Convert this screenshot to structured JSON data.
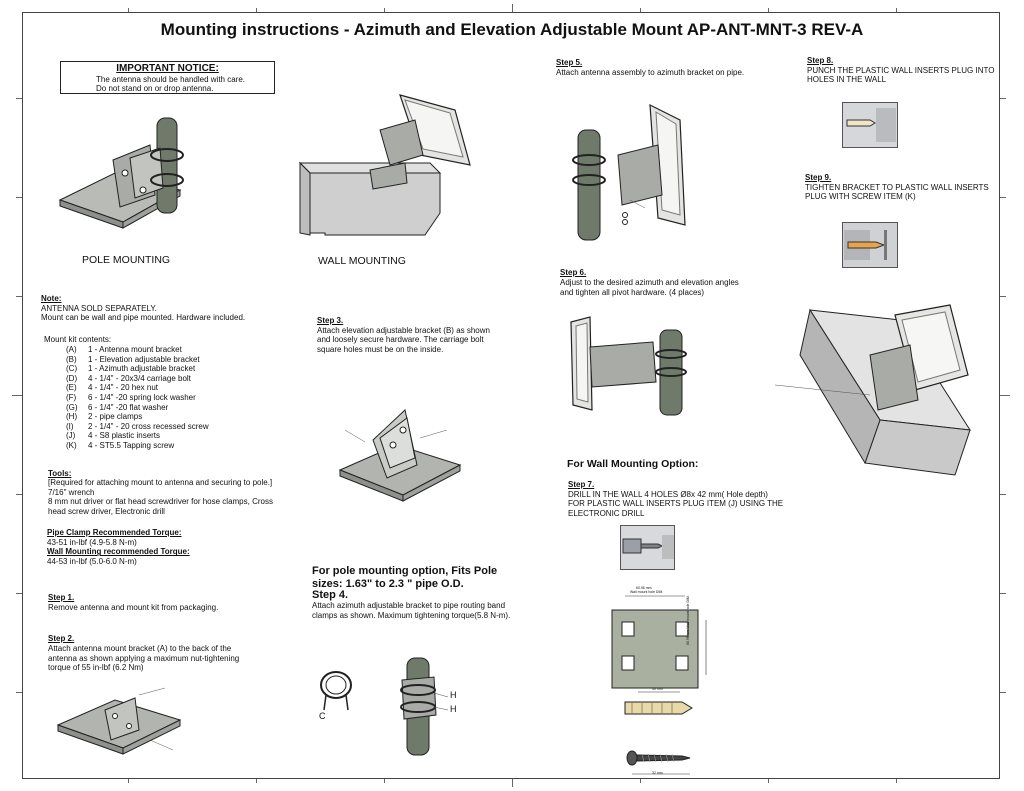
{
  "title": "Mounting instructions - Azimuth and Elevation Adjustable Mount AP-ANT-MNT-3 REV-A",
  "notice": {
    "heading": "IMPORTANT NOTICE:",
    "line1": "The antenna should be handled with care.",
    "line2": "Do not stand on or drop antenna."
  },
  "captions": {
    "pole": "POLE MOUNTING",
    "wall": "WALL MOUNTING"
  },
  "note": {
    "heading": "Note:",
    "line1": "ANTENNA SOLD SEPARATELY.",
    "line2": "Mount can be wall and pipe mounted. Hardware included."
  },
  "kit": {
    "heading": "Mount kit contents:",
    "items": [
      {
        "key": "(A)",
        "desc": "1 - Antenna mount bracket"
      },
      {
        "key": "(B)",
        "desc": "1 - Elevation adjustable bracket"
      },
      {
        "key": "(C)",
        "desc": "1 - Azimuth adjustable bracket"
      },
      {
        "key": "(D)",
        "desc": "4 - 1/4\" - 20x3/4 carriage bolt"
      },
      {
        "key": "(E)",
        "desc": "4 - 1/4\" - 20 hex nut"
      },
      {
        "key": "(F)",
        "desc": "6 - 1/4\" -20 spring lock washer"
      },
      {
        "key": "(G)",
        "desc": "6 - 1/4\" -20 flat washer"
      },
      {
        "key": "(H)",
        "desc": "2 - pipe clamps"
      },
      {
        "key": "(I)",
        "desc": "2 - 1/4\" - 20 cross recessed screw"
      },
      {
        "key": "(J)",
        "desc": "4 - S8 plastic inserts"
      },
      {
        "key": "(K)",
        "desc": "4 - ST5.5 Tapping screw"
      }
    ]
  },
  "tools": {
    "heading": "Tools:",
    "line1": "[Required for attaching mount to antenna and securing to pole.]",
    "line2": "7/16\" wrench",
    "line3": "8 mm nut driver or flat head screwdriver for hose clamps, Cross",
    "line4": "head screw driver, Electronic drill"
  },
  "torque": {
    "pipe_heading": "Pipe Clamp Recommended Torque:",
    "pipe_value": "43-51 in-lbf (4.9-5.8 N-m)",
    "wall_heading": "Wall Mounting recommended Torque:",
    "wall_value": "44-53 in-lbf (5.0-6.0 N-m)"
  },
  "step1": {
    "heading": "Step 1.",
    "text": "Remove antenna and mount kit from packaging."
  },
  "step2": {
    "heading": "Step 2.",
    "line1": "Attach antenna mount bracket (A) to the back of the",
    "line2": "antenna as shown applying a maximum nut-tightening",
    "line3": "torque of 55 in-lbf (6.2 Nm)"
  },
  "step3": {
    "heading": "Step 3.",
    "line1": "Attach elevation adjustable bracket (B) as shown",
    "line2": "and loosely secure hardware. The carriage bolt",
    "line3": "square holes must be on the inside."
  },
  "pole_option": {
    "line1": "For pole mounting option, Fits Pole",
    "line2": "sizes: 1.63\" to 2.3 \" pipe O.D."
  },
  "step4": {
    "heading": "Step 4.",
    "line1": "Attach azimuth adjustable bracket to pipe routing band",
    "line2": "clamps as shown. Maximum tightening torque(5.8 N-m)."
  },
  "step5": {
    "heading": "Step 5.",
    "text": "Attach antenna assembly to azimuth bracket on pipe."
  },
  "step6": {
    "heading": "Step 6.",
    "line1": "Adjust to the desired azimuth and elevation angles",
    "line2": "and tighten all pivot hardware. (4 places)"
  },
  "wall_option": "For Wall Mounting Option:",
  "step7": {
    "heading": "Step 7.",
    "line1": "DRILL IN THE WALL 4 HOLES Ø8x 42 mm( Hole depth)",
    "line2": "FOR PLASTIC WALL INSERTS PLUG ITEM (J) USING THE",
    "line3": "ELECTRONIC DRILL"
  },
  "step8": {
    "heading": "Step 8.",
    "line1": "PUNCH THE PLASTIC WALL INSERTS PLUG INTO",
    "line2": "HOLES IN THE WALL"
  },
  "step9": {
    "heading": "Step 9.",
    "line1": "TIGHTEN BRACKET TO PLASTIC WALL INSERTS",
    "line2": "PLUG WITH SCREW ITEM (K)"
  },
  "drawing_labels": {
    "clamp_c": "C",
    "clamp_h1": "H",
    "clamp_h2": "H",
    "dim_top": "60.96 mm",
    "dim_top_sub": "Wall mount hole DIM.",
    "dim_side": "60.96 mm Wall mount hole DIM.",
    "dim_plug": "40 mm",
    "dim_screw": "32 mm"
  },
  "colors": {
    "line": "#222222",
    "metal": "#a9aba6",
    "wall": "#d6d6d6",
    "pipe": "#6f7a6b"
  }
}
